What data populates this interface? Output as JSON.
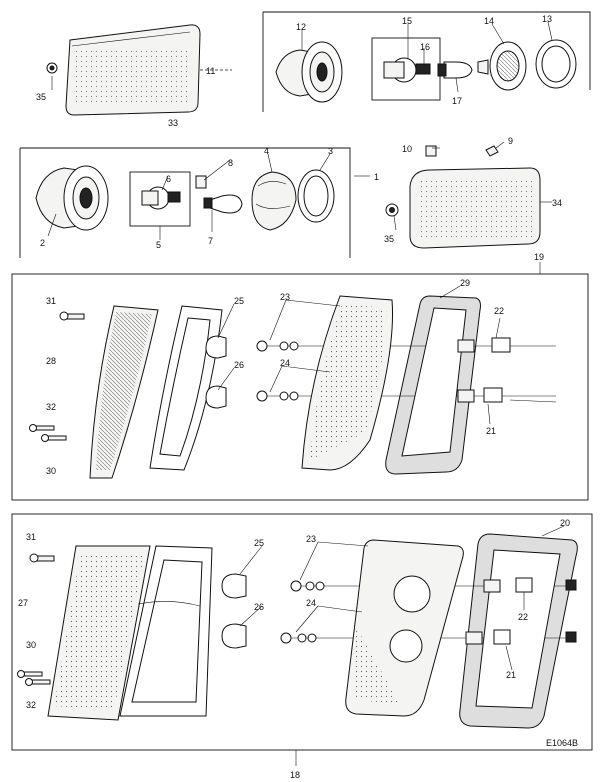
{
  "diagram": {
    "code": "E1064B",
    "labels": {
      "l1": "1",
      "l2": "2",
      "l3": "3",
      "l4": "4",
      "l5": "5",
      "l6": "6",
      "l7": "7",
      "l8": "8",
      "l9": "9",
      "l10": "10",
      "l11": "11",
      "l12": "12",
      "l13": "13",
      "l14": "14",
      "l15": "15",
      "l16": "16",
      "l17": "17",
      "l18": "18",
      "l19": "19",
      "l20": "20",
      "l21a": "21",
      "l21b": "21",
      "l22a": "22",
      "l22b": "22",
      "l23a": "23",
      "l23b": "23",
      "l24a": "24",
      "l24b": "24",
      "l25a": "25",
      "l25b": "25",
      "l26a": "26",
      "l26b": "26",
      "l27": "27",
      "l28": "28",
      "l29": "29",
      "l30a": "30",
      "l30b": "30",
      "l31a": "31",
      "l31b": "31",
      "l32a": "32",
      "l32b": "32",
      "l33": "33",
      "l34": "34",
      "l35a": "35",
      "l35b": "35"
    }
  }
}
